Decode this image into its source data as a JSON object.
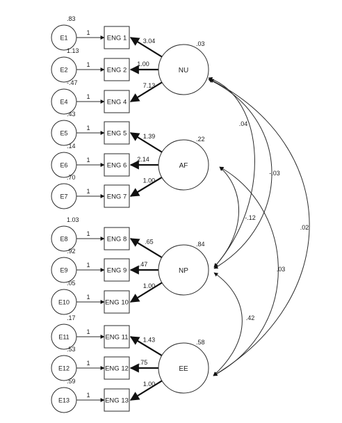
{
  "colors": {
    "line": "#2a2a2a",
    "background": "#ffffff"
  },
  "latents": [
    {
      "id": "NU",
      "label": "NU",
      "variance": ".03"
    },
    {
      "id": "AF",
      "label": "AF",
      "variance": ".22"
    },
    {
      "id": "NP",
      "label": "NP",
      "variance": ".84"
    },
    {
      "id": "EE",
      "label": "EE",
      "variance": ".58"
    }
  ],
  "indicators": [
    {
      "error": "E1",
      "error_variance": ".83",
      "path": "1",
      "item": "ENG 1",
      "factor": "NU",
      "loading": "3.04"
    },
    {
      "error": "E2",
      "error_variance": "1.13",
      "path": "1",
      "item": "ENG 2",
      "factor": "NU",
      "loading": "1.00"
    },
    {
      "error": "E4",
      "error_variance": "-.47",
      "path": "1",
      "item": "ENG 4",
      "factor": "NU",
      "loading": "7.13"
    },
    {
      "error": "E5",
      "error_variance": ".43",
      "path": "1",
      "item": "ENG 5",
      "factor": "AF",
      "loading": "1.39"
    },
    {
      "error": "E6",
      "error_variance": ".14",
      "path": "1",
      "item": "ENG 6",
      "factor": "AF",
      "loading": "2.14"
    },
    {
      "error": "E7",
      "error_variance": ".70",
      "path": "1",
      "item": "ENG 7",
      "factor": "AF",
      "loading": "1.00"
    },
    {
      "error": "E8",
      "error_variance": "1.03",
      "path": "1",
      "item": "ENG 8",
      "factor": "NP",
      "loading": ".65"
    },
    {
      "error": "E9",
      "error_variance": ".92",
      "path": "1",
      "item": "ENG 9",
      "factor": "NP",
      "loading": ".47"
    },
    {
      "error": "E10",
      "error_variance": ".05",
      "path": "1",
      "item": "ENG 10",
      "factor": "NP",
      "loading": "1.00"
    },
    {
      "error": "E11",
      "error_variance": ".17",
      "path": "1",
      "item": "ENG 11",
      "factor": "EE",
      "loading": "1.43"
    },
    {
      "error": "E12",
      "error_variance": ".53",
      "path": "1",
      "item": "ENG 12",
      "factor": "EE",
      "loading": ".75"
    },
    {
      "error": "E13",
      "error_variance": ".59",
      "path": "1",
      "item": "ENG 13",
      "factor": "EE",
      "loading": "1.00"
    }
  ],
  "covariances": [
    {
      "from": "NU",
      "to": "NP",
      "value": ".04"
    },
    {
      "from": "NU",
      "to": "EE",
      "value": ".02"
    },
    {
      "from": "AF",
      "to": "NP",
      "value": "-.12"
    },
    {
      "from": "AF",
      "to": "EE",
      "value": ".03"
    },
    {
      "from": "NU",
      "to": "NP",
      "value": "-.03"
    },
    {
      "from": "NP",
      "to": "EE",
      "value": ".42"
    }
  ]
}
